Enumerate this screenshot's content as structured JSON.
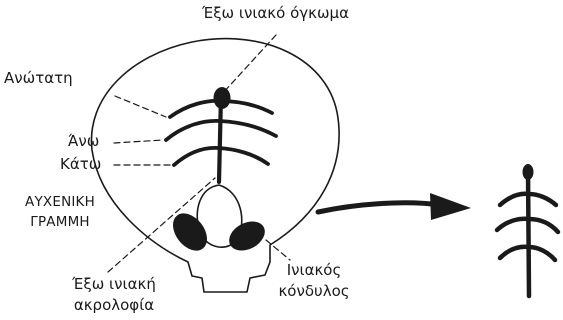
{
  "diagram": {
    "labels": {
      "external_occipital_protuberance": "Έξω ινιακό όγκωμα",
      "highest_nuchal_line": "Ανώτατη",
      "superior_nuchal_line": "Άνω",
      "inferior_nuchal_line": "Κάτω",
      "nuchal_lines_line1": "ΑΥΧΕΝΙΚΗ",
      "nuchal_lines_line2": "ΓΡΑΜΜΗ",
      "external_occipital_crest_line1": "Έξω ινιακή",
      "external_occipital_crest_line2": "ακρολοφία",
      "occipital_condyle_line1": "Ινιακός",
      "occipital_condyle_line2": "κόνδυλος"
    },
    "colors": {
      "ink": "#1a1a1a",
      "background": "#ffffff"
    },
    "icons": {
      "arrow": "arrow-right-icon",
      "simplified_pattern": "fishbone-icon"
    }
  }
}
